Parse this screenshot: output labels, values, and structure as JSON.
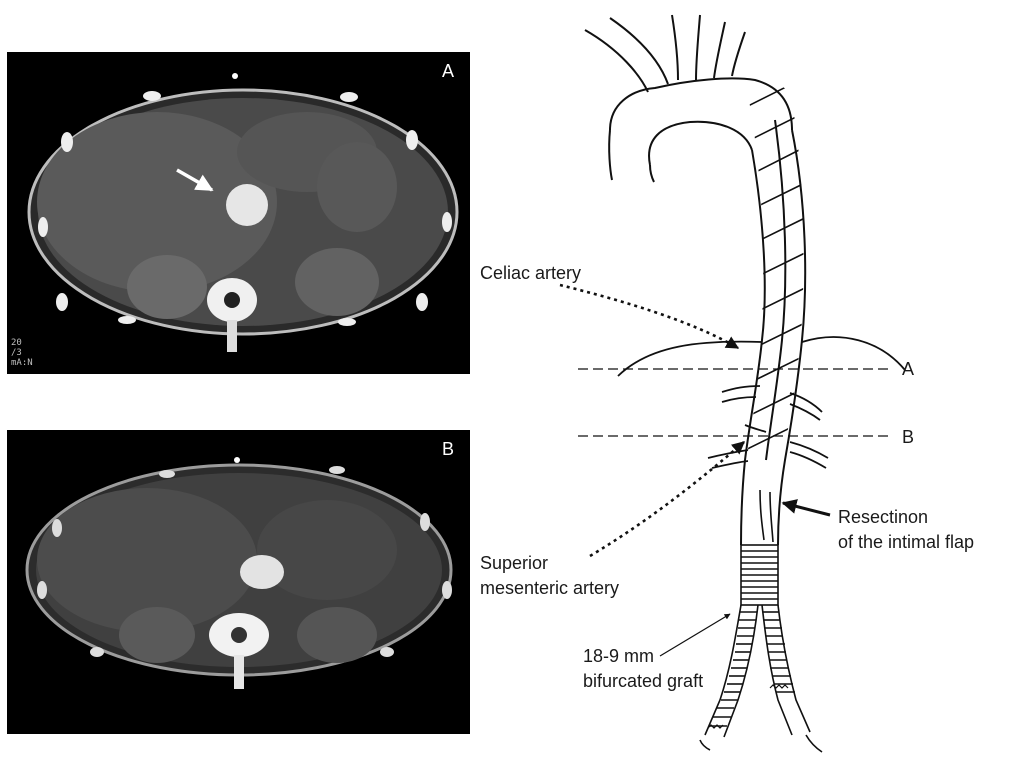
{
  "panels": {
    "a": {
      "letter": "A",
      "corner_text": "20\n/3\nmA:N"
    },
    "b": {
      "letter": "B"
    }
  },
  "levels": {
    "a": "A",
    "b": "B"
  },
  "labels": {
    "celiac": "Celiac artery",
    "sma_line1": "Superior",
    "sma_line2": "mesenteric artery",
    "resection_line1": "Resectinon",
    "resection_line2": "of the intimal flap",
    "graft_line1": "18-9 mm",
    "graft_line2": "bifurcated graft"
  }
}
